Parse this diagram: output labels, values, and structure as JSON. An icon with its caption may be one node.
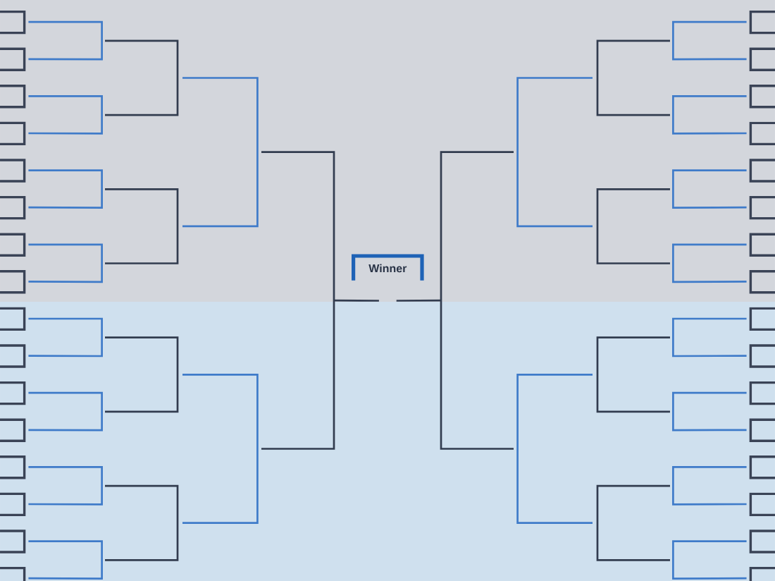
{
  "diagram": {
    "nodes": [
      {
        "text": [],
        "shape": "box"
      },
      {
        "text": [],
        "shape": "box"
      },
      {
        "text": [],
        "shape": "box"
      },
      {
        "text": [],
        "shape": "box"
      },
      {
        "text": [],
        "shape": "box"
      },
      {
        "text": [],
        "shape": "box"
      },
      {
        "text": [],
        "shape": "box"
      },
      {
        "text": [],
        "shape": "box"
      },
      {
        "text": [],
        "shape": "box"
      },
      {
        "text": [],
        "shape": "box"
      },
      {
        "text": [],
        "shape": "box"
      },
      {
        "text": [],
        "shape": "box"
      },
      {
        "text": [],
        "shape": "box"
      },
      {
        "text": [],
        "shape": "box"
      },
      {
        "text": [],
        "shape": "box"
      },
      {
        "text": [],
        "shape": "box"
      },
      {
        "text": [
          "Winner"
        ]
      },
      {
        "text": [],
        "shape": "box"
      },
      {
        "text": [],
        "shape": "box"
      },
      {
        "text": [],
        "shape": "box"
      },
      {
        "text": [],
        "shape": "box"
      },
      {
        "text": [],
        "shape": "box"
      },
      {
        "text": [],
        "shape": "box"
      },
      {
        "text": [],
        "shape": "box"
      },
      {
        "text": [],
        "shape": "box"
      },
      {
        "text": [],
        "shape": "box"
      },
      {
        "text": [],
        "shape": "box"
      },
      {
        "text": [],
        "shape": "box"
      },
      {
        "text": [],
        "shape": "box"
      },
      {
        "text": [],
        "shape": "box"
      },
      {
        "text": [],
        "shape": "box"
      },
      {
        "text": [],
        "shape": "box"
      },
      {
        "text": [],
        "shape": "box"
      }
    ],
    "edges": [
      {
        "from": 0,
        "to": 16,
        "arrow": "none"
      },
      {
        "from": 1,
        "to": 16,
        "arrow": "none"
      },
      {
        "from": 2,
        "to": 16,
        "arrow": "none"
      },
      {
        "from": 3,
        "to": 16,
        "arrow": "none"
      },
      {
        "from": 4,
        "to": 16,
        "arrow": "none"
      },
      {
        "from": 5,
        "to": 16,
        "arrow": "none"
      },
      {
        "from": 6,
        "to": 16,
        "arrow": "none"
      },
      {
        "from": 7,
        "to": 16,
        "arrow": "none"
      },
      {
        "from": 8,
        "to": 16,
        "arrow": "none"
      },
      {
        "from": 9,
        "to": 16,
        "arrow": "none"
      },
      {
        "from": 10,
        "to": 16,
        "arrow": "none"
      },
      {
        "from": 11,
        "to": 16,
        "arrow": "none"
      },
      {
        "from": 12,
        "to": 16,
        "arrow": "none"
      },
      {
        "from": 13,
        "to": 16,
        "arrow": "none"
      },
      {
        "from": 14,
        "to": 16,
        "arrow": "none"
      },
      {
        "from": 15,
        "to": 16,
        "arrow": "none"
      },
      {
        "from": 17,
        "to": 16,
        "arrow": "none"
      },
      {
        "from": 18,
        "to": 16,
        "arrow": "none"
      },
      {
        "from": 19,
        "to": 16,
        "arrow": "none"
      },
      {
        "from": 20,
        "to": 16,
        "arrow": "none"
      },
      {
        "from": 21,
        "to": 16,
        "arrow": "none"
      },
      {
        "from": 22,
        "to": 16,
        "arrow": "none"
      },
      {
        "from": 23,
        "to": 16,
        "arrow": "none"
      },
      {
        "from": 24,
        "to": 16,
        "arrow": "none"
      },
      {
        "from": 25,
        "to": 16,
        "arrow": "none"
      },
      {
        "from": 26,
        "to": 16,
        "arrow": "none"
      },
      {
        "from": 27,
        "to": 16,
        "arrow": "none"
      },
      {
        "from": 28,
        "to": 16,
        "arrow": "none"
      },
      {
        "from": 29,
        "to": 16,
        "arrow": "none"
      },
      {
        "from": 30,
        "to": 16,
        "arrow": "none"
      },
      {
        "from": 31,
        "to": 16,
        "arrow": "none"
      },
      {
        "from": 32,
        "to": 16,
        "arrow": "none"
      }
    ]
  }
}
